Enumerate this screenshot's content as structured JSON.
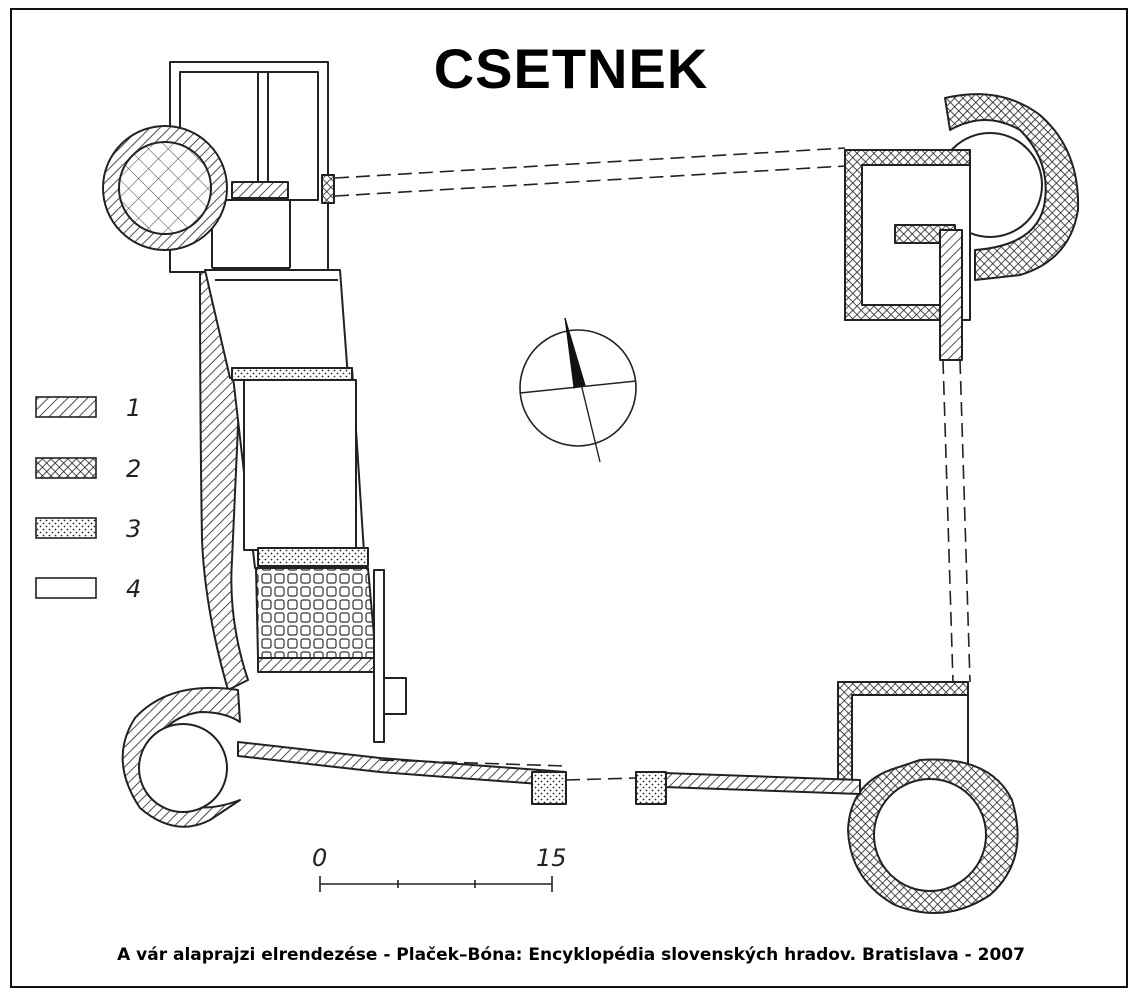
{
  "title": "CSETNEK",
  "legend": [
    {
      "label": "1",
      "pattern": "hatch"
    },
    {
      "label": "2",
      "pattern": "crosshatch"
    },
    {
      "label": "3",
      "pattern": "dots"
    },
    {
      "label": "4",
      "pattern": "empty"
    }
  ],
  "scale": {
    "start": "0",
    "end": "15"
  },
  "caption": "A vár alaprajzi elrendezése - Plaček–Bóna: Encyklopédia slovenských hradov. Bratislava - 2007",
  "colors": {
    "ink": "#222222",
    "background": "#ffffff"
  }
}
